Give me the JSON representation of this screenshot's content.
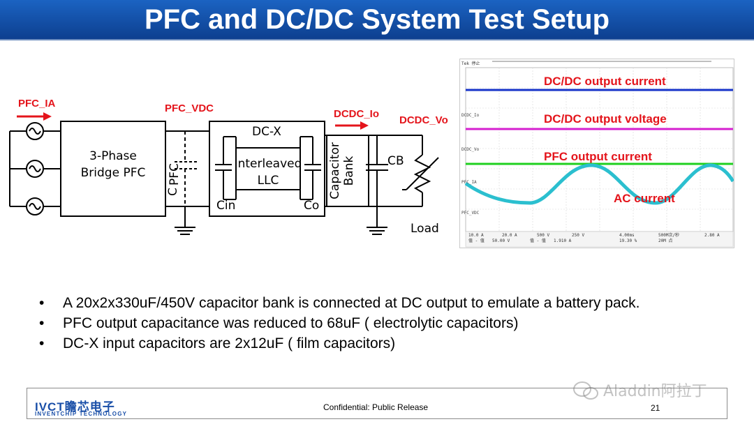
{
  "title": "PFC and DC/DC System Test Setup",
  "diagram": {
    "signals": {
      "pfc_ia": "PFC_IA",
      "pfc_vdc": "PFC_VDC",
      "dcdc_io": "DCDC_Io",
      "dcdc_vo": "DCDC_Vo"
    },
    "blocks": {
      "pfc_line1": "3-Phase",
      "pfc_line2": "Bridge PFC",
      "cpfc_main": "C",
      "cpfc_sub": "PFC",
      "dcx": "DC-X",
      "llc_line1": "Interleaved",
      "llc_line2": "LLC",
      "cin": "Cin",
      "co": "Co",
      "cap_bank_line1": "Capacitor",
      "cap_bank_line2": "Bank",
      "cb_main": "C",
      "cb_sub": "B",
      "load": "Load"
    }
  },
  "scope": {
    "header": "Tek 停止",
    "labels": {
      "dcdc_current": "DC/DC output current",
      "dcdc_voltage": "DC/DC output voltage",
      "pfc_current": "PFC output current",
      "ac_current": "AC current"
    },
    "channels": [
      "DCDC_Io",
      "DCDC_Vo",
      "PFC_IA",
      "PFC_VDC"
    ],
    "readouts": [
      "10.0 A",
      "20.0 A",
      "500 V",
      "250 V",
      "4.00ms",
      "500M次/秒",
      "20M 点",
      "2.80 A",
      "19.30 %"
    ],
    "measurements": [
      {
        "name": "值 - 值",
        "value": "50.00 V"
      },
      {
        "name": "值 - 值",
        "value": "1.910 A"
      }
    ],
    "colors": {
      "ch_current": "#1633c9",
      "ch_voltage": "#d51fcf",
      "ch_pfc": "#1fd01f",
      "ch_ac": "#2bbfcf",
      "label": "#e4141b"
    }
  },
  "bullets": [
    "A 20x2x330uF/450V capacitor bank is connected at DC output to emulate a battery pack.",
    "PFC output capacitance was reduced to 68uF ( electrolytic  capacitors)",
    "DC-X input capacitors are  2x12uF ( film capacitors)"
  ],
  "bullet_symbol": "•",
  "footer": {
    "logo_main": "IVCT瞻芯电子",
    "logo_sub": "INVENTCHIP TECHNOLOGY",
    "confidential": "Confidential: Public Release",
    "page": "21",
    "watermark": "Aladdin阿拉丁"
  },
  "colors": {
    "title_bar": "#1b63c2",
    "title_text": "#ffffff",
    "signal_label": "#e4141b"
  }
}
